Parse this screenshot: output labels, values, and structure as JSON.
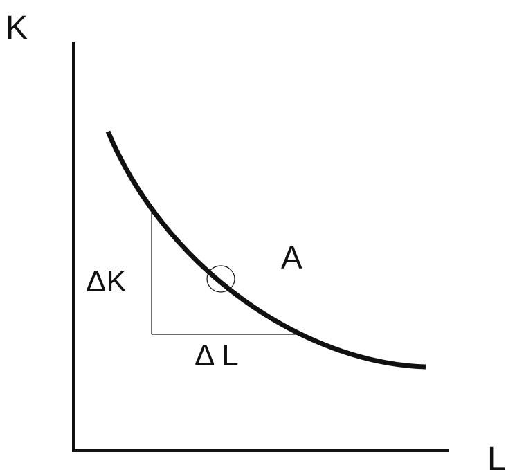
{
  "diagram": {
    "y_axis_label": "K",
    "x_axis_label": "L",
    "curve_label": "A",
    "delta_k_label": "ΔK",
    "delta_l_label": "Δ L"
  },
  "colors": {
    "stroke": "#111111",
    "background": "#ffffff"
  }
}
